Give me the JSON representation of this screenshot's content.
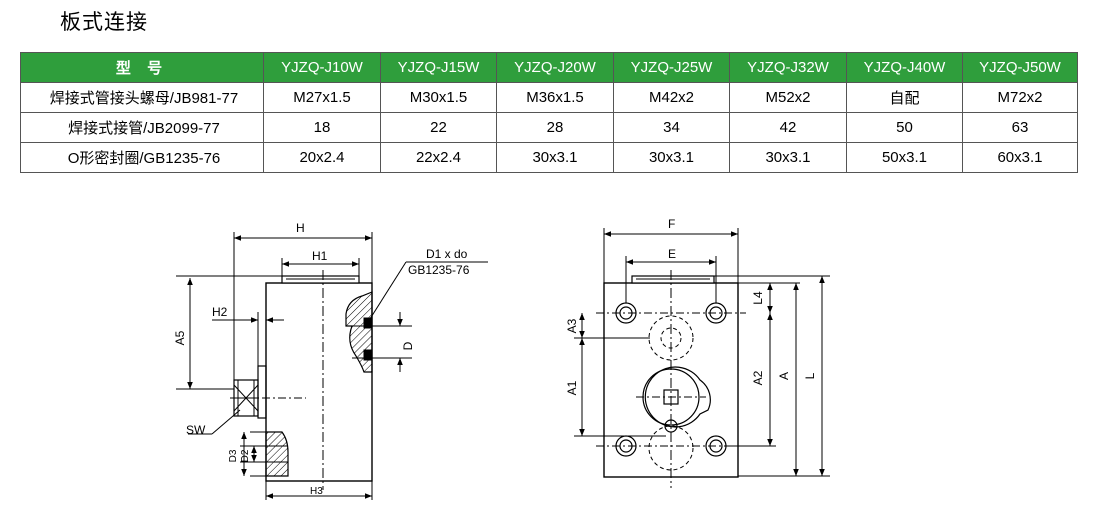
{
  "title": "板式连接",
  "table": {
    "header": [
      "型 号",
      "YJZQ-J10W",
      "YJZQ-J15W",
      "YJZQ-J20W",
      "YJZQ-J25W",
      "YJZQ-J32W",
      "YJZQ-J40W",
      "YJZQ-J50W"
    ],
    "rows": [
      [
        "焊接式管接头螺母/JB981-77",
        "M27x1.5",
        "M30x1.5",
        "M36x1.5",
        "M42x2",
        "M52x2",
        "自配",
        "M72x2"
      ],
      [
        "焊接式接管/JB2099-77",
        "18",
        "22",
        "28",
        "34",
        "42",
        "50",
        "63"
      ],
      [
        "O形密封圈/GB1235-76",
        "20x2.4",
        "22x2.4",
        "30x3.1",
        "30x3.1",
        "30x3.1",
        "50x3.1",
        "60x3.1"
      ]
    ]
  },
  "drawing_left": {
    "H": "H",
    "H1": "H1",
    "H2": "H2",
    "H3": "H3",
    "A5": "A5",
    "D": "D",
    "D2": "D2",
    "D3": "D3",
    "SW": "SW",
    "seal_line1": "D1 x do",
    "seal_line2": "GB1235-76"
  },
  "drawing_right": {
    "F": "F",
    "E": "E",
    "L4": "L4",
    "A3": "A3",
    "A1": "A1",
    "A2": "A2",
    "A": "A",
    "L": "L"
  }
}
